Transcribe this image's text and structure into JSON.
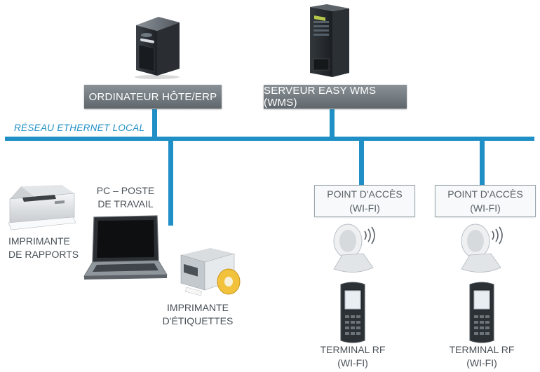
{
  "network": {
    "label": "RÉSEAU ETHERNET LOCAL",
    "color": "#1f8fc6"
  },
  "nodes": {
    "host": {
      "label": "ORDINATEUR HÔTE/ERP"
    },
    "wms": {
      "label": "SERVEUR EASY WMS (WMS)"
    },
    "ap1": {
      "line1": "POINT D'ACCÈS",
      "line2": "(WI-FI)"
    },
    "ap2": {
      "line1": "POINT D'ACCÈS",
      "line2": "(WI-FI)"
    },
    "pc": {
      "line1": "PC – POSTE",
      "line2": "DE TRAVAIL"
    },
    "report_printer": {
      "line1": "IMPRIMANTE",
      "line2": "DE RAPPORTS"
    },
    "label_printer": {
      "line1": "IMPRIMANTE",
      "line2": "D'ÉTIQUETTES"
    },
    "rf1": {
      "line1": "TERMINAL RF",
      "line2": "(WI-FI)"
    },
    "rf2": {
      "line1": "TERMINAL RF",
      "line2": "(WI-FI)"
    }
  }
}
